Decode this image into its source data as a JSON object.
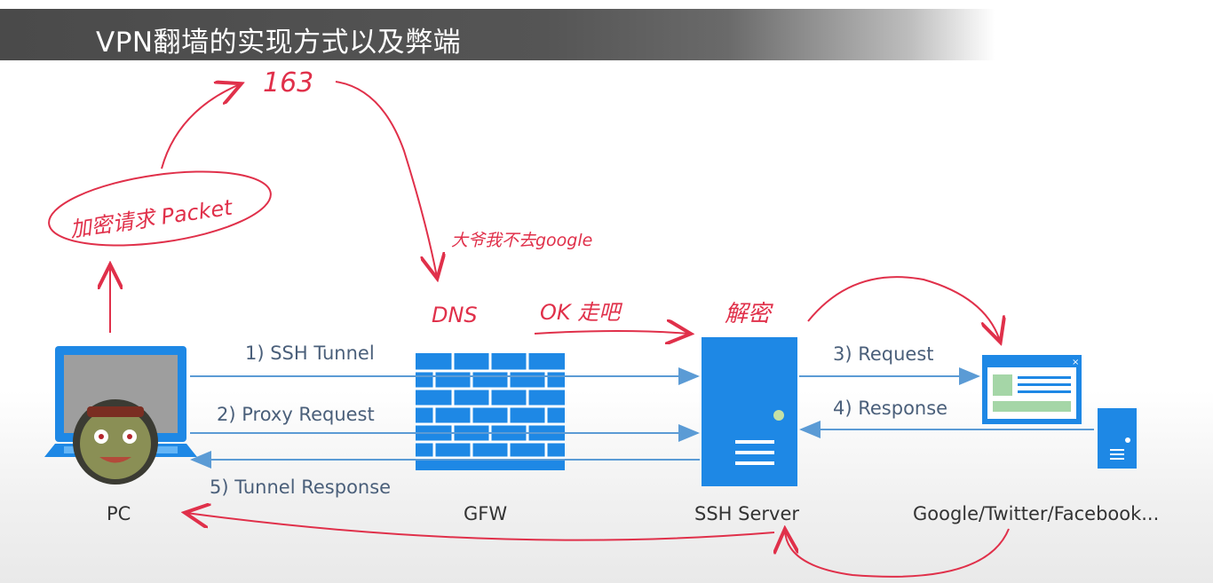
{
  "title": "VPN翻墙的实现方式以及弊端",
  "nodes": {
    "pc": "PC",
    "gfw": "GFW",
    "ssh_server": "SSH Server",
    "sites": "Google/Twitter/Facebook..."
  },
  "edges": {
    "ssh_tunnel": "1) SSH Tunnel",
    "proxy_request": "2) Proxy Request",
    "request": "3) Request",
    "response": "4) Response",
    "tunnel_response": "5) Tunnel Response"
  },
  "annotations": {
    "encrypted_packet": "加密请求 Packet",
    "ip_163": "163",
    "not_google": "大爷我不去google",
    "dns": "DNS",
    "ok_go": "OK 走吧",
    "decrypt": "解密"
  },
  "colors": {
    "flow_arrow": "#5b9bd5",
    "device_blue": "#1e88e5",
    "annotation_red": "#e0304a"
  }
}
